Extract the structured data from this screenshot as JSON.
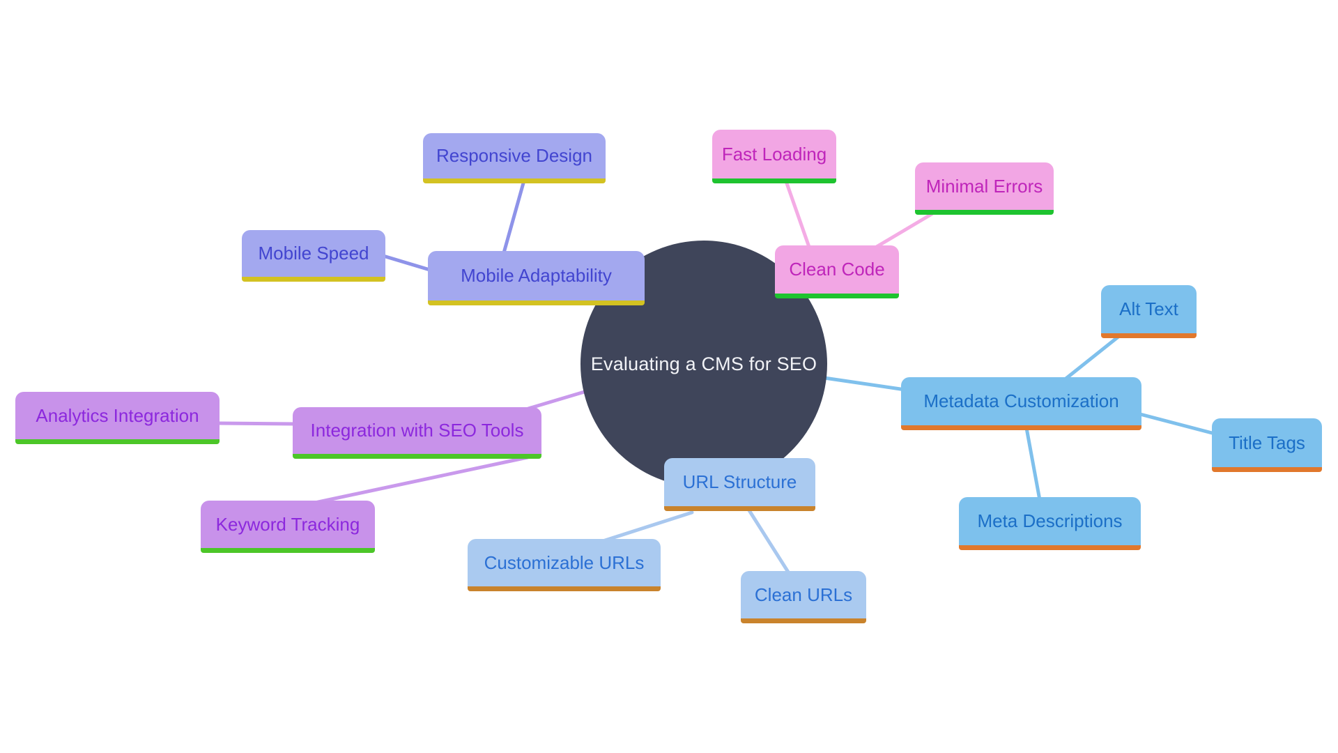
{
  "diagram": {
    "type": "mindmap",
    "root": "Evaluating a CMS for SEO",
    "branches": [
      {
        "label": "Mobile Adaptability",
        "children": [
          "Responsive Design",
          "Mobile Speed"
        ],
        "colors": {
          "fill": "#a3a8ef",
          "text": "#4245d0",
          "underline": "#d3c222",
          "line": "#8e93e9"
        }
      },
      {
        "label": "Clean Code",
        "children": [
          "Fast Loading",
          "Minimal Errors"
        ],
        "colors": {
          "fill": "#f2a6e4",
          "text": "#bf25ba",
          "underline": "#1ec32f",
          "line": "#f4ace5"
        }
      },
      {
        "label": "Metadata Customization",
        "children": [
          "Alt Text",
          "Title Tags",
          "Meta Descriptions"
        ],
        "colors": {
          "fill": "#7dc1ed",
          "text": "#1b6fc7",
          "underline": "#e1782c",
          "line": "#7fc0ec"
        }
      },
      {
        "label": "Integration with SEO Tools",
        "children": [
          "Analytics Integration",
          "Keyword Tracking"
        ],
        "colors": {
          "fill": "#c892ea",
          "text": "#8c28dd",
          "underline": "#4cc628",
          "line": "#c999ec"
        }
      },
      {
        "label": "URL Structure",
        "children": [
          "Customizable URLs",
          "Clean URLs"
        ],
        "colors": {
          "fill": "#aacaf0",
          "text": "#2b70d4",
          "underline": "#c9832c",
          "line": "#a9c8ef"
        }
      }
    ],
    "center_colors": {
      "fill": "#3f455a",
      "text": "#f2f3f7"
    },
    "background": "#ffffff"
  },
  "nodes": {
    "center": "Evaluating a CMS for SEO",
    "mobile_adaptability": "Mobile Adaptability",
    "responsive_design": "Responsive Design",
    "mobile_speed": "Mobile Speed",
    "clean_code": "Clean Code",
    "fast_loading": "Fast Loading",
    "minimal_errors": "Minimal Errors",
    "metadata_customization": "Metadata Customization",
    "alt_text": "Alt Text",
    "title_tags": "Title Tags",
    "meta_descriptions": "Meta Descriptions",
    "integration_with_seo_tools": "Integration with SEO Tools",
    "analytics_integration": "Analytics Integration",
    "keyword_tracking": "Keyword Tracking",
    "url_structure": "URL Structure",
    "customizable_urls": "Customizable URLs",
    "clean_urls": "Clean URLs"
  }
}
